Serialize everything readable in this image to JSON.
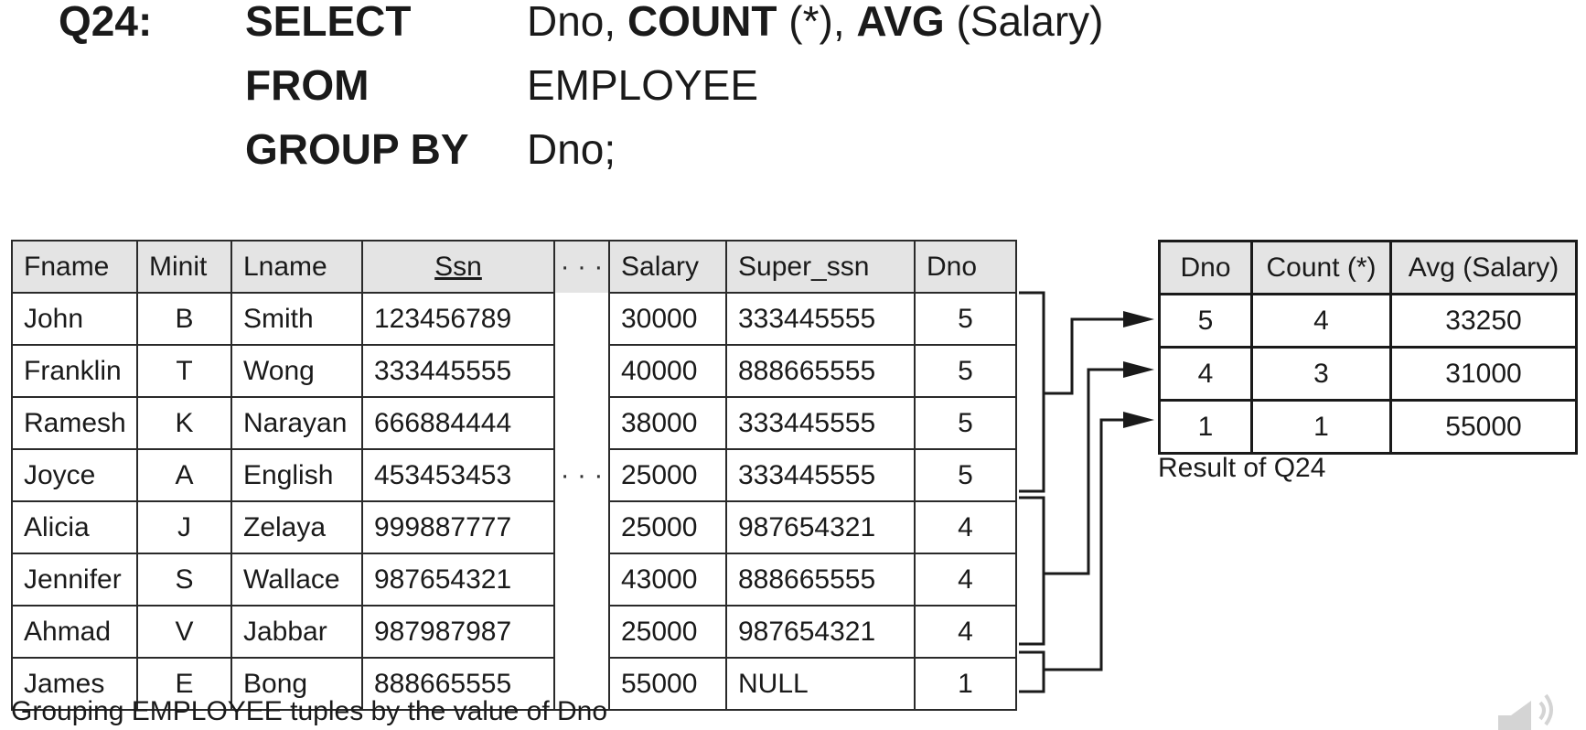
{
  "query": {
    "label": "Q24:",
    "lines": [
      {
        "keyword": "SELECT",
        "parts": [
          "Dno, ",
          "COUNT",
          " (*), ",
          "AVG",
          " (Salary)"
        ]
      },
      {
        "keyword": "FROM",
        "parts": [
          "EMPLOYEE"
        ]
      },
      {
        "keyword": "GROUP BY",
        "parts": [
          "Dno;"
        ]
      }
    ]
  },
  "employee": {
    "headers": [
      "Fname",
      "Minit",
      "Lname",
      "Ssn",
      "· · ·",
      "Salary",
      "Super_ssn",
      "Dno"
    ],
    "ellipsis_row_text": "· · ·",
    "rows": [
      [
        "John",
        "B",
        "Smith",
        "123456789",
        "30000",
        "333445555",
        "5"
      ],
      [
        "Franklin",
        "T",
        "Wong",
        "333445555",
        "40000",
        "888665555",
        "5"
      ],
      [
        "Ramesh",
        "K",
        "Narayan",
        "666884444",
        "38000",
        "333445555",
        "5"
      ],
      [
        "Joyce",
        "A",
        "English",
        "453453453",
        "25000",
        "333445555",
        "5"
      ],
      [
        "Alicia",
        "J",
        "Zelaya",
        "999887777",
        "25000",
        "987654321",
        "4"
      ],
      [
        "Jennifer",
        "S",
        "Wallace",
        "987654321",
        "43000",
        "888665555",
        "4"
      ],
      [
        "Ahmad",
        "V",
        "Jabbar",
        "987987987",
        "25000",
        "987654321",
        "4"
      ],
      [
        "James",
        "E",
        "Bong",
        "888665555",
        "55000",
        "NULL",
        "1"
      ]
    ],
    "caption": "Grouping EMPLOYEE tuples by the value of Dno"
  },
  "result": {
    "headers": [
      "Dno",
      "Count (*)",
      "Avg (Salary)"
    ],
    "rows": [
      [
        "5",
        "4",
        "33250"
      ],
      [
        "4",
        "3",
        "31000"
      ],
      [
        "1",
        "1",
        "55000"
      ]
    ],
    "caption": "Result of Q24"
  }
}
